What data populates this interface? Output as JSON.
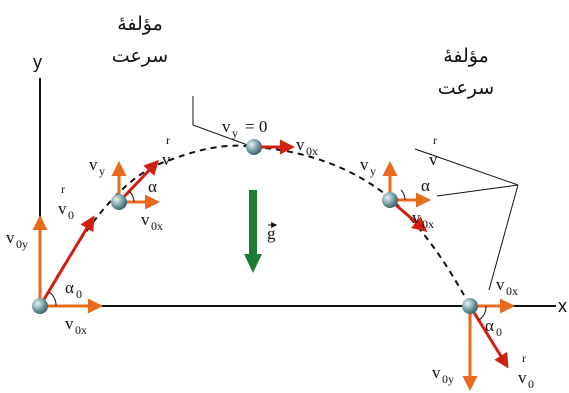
{
  "axes": {
    "x_label": "x",
    "y_label": "y"
  },
  "labels": {
    "arabic_word_1": "مؤلفهٔ",
    "arabic_word_2": "سرعت",
    "v": "v",
    "r_mark": "r",
    "sub_0": "0",
    "sub_0x": "0x",
    "sub_0y": "0y",
    "sub_y": "y",
    "v0x": "v",
    "alpha": "α",
    "alpha0": "α",
    "g": "g",
    "vy_zero_rest": "= 0"
  },
  "colors": {
    "trajectory": "#111111",
    "velocity": "#d11f10",
    "component": "#e86a1c",
    "gravity": "#1f7a3a",
    "ball": "#6f9aa0",
    "axis": "#111111"
  }
}
